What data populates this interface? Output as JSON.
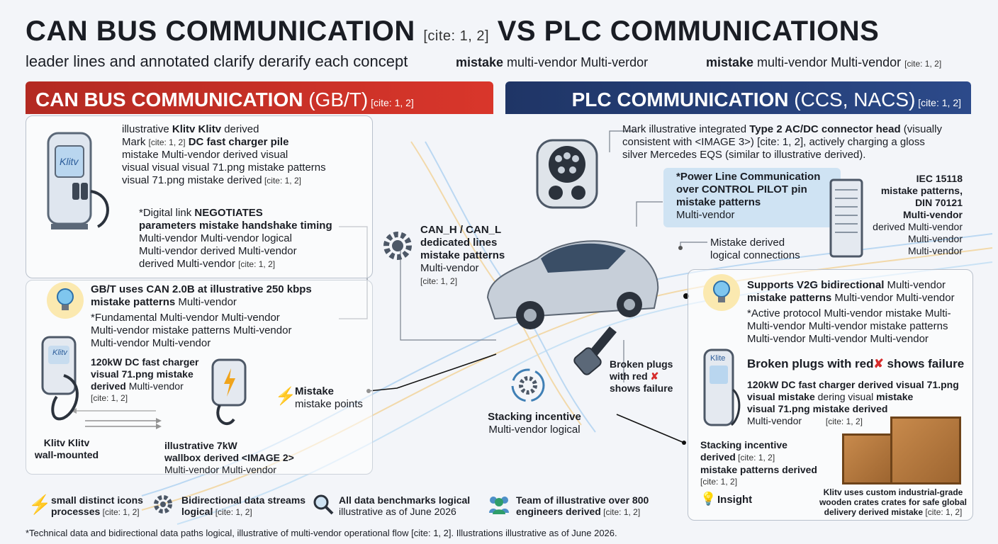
{
  "title": {
    "part1": "CAN BUS COMMUNICATION",
    "cite": "[cite: 1, 2]",
    "part2": "VS PLC COMMUNICATIONS"
  },
  "subtitle": {
    "text": "leader lines and annotated clarify derarify each concept",
    "m1_bold": "mistake",
    "m1_rest": " multi-vendor Multi-verdor",
    "m2_bold": "mistake",
    "m2_rest": " multi-vendor Multi-vendor ",
    "m2_cite": "[cite: 1, 2]"
  },
  "can_header": {
    "bold": "CAN BUS COMMUNICATION",
    "light": " (GB/T)",
    "cite": " [cite: 1, 2]"
  },
  "plc_header": {
    "bold": "PLC COMMUNICATION",
    "light": " (CCS, NACS)",
    "cite": " [cite: 1, 2]"
  },
  "can": {
    "charger_brand": "Klitv",
    "desc1": {
      "pre": "illustrative ",
      "b1": "Klitv Klitv",
      "post1": " derived",
      "l2pre": "Mark ",
      "cite": "[cite: 1, 2]",
      "b2": " DC fast charger pile",
      "l3": "mistake Multi-vendor derived visual",
      "l4": "visual visual visual 71.png mistake patterns",
      "l5": "visual 71.png mistake derived",
      "cite2": " [cite: 1, 2]"
    },
    "desc2": {
      "pre": "*Digital link ",
      "b1": "NEGOTIATES",
      "b2": "parameters mistake handshake timing",
      "l3": "Multi-vendor Multi-vendor logical",
      "l4": "Multi-vendor derived Multi-vendor",
      "l5": "derived Multi-vendor ",
      "cite": "[cite: 1, 2]"
    },
    "gbt": {
      "b1": "GB/T uses CAN 2.0B at illustrative 250 kbps",
      "b2": "mistake patterns",
      "post": " Multi-vendor",
      "l3": "*Fundamental Multi-vendor Multi-vendor",
      "l4": "Multi-vendor mistake patterns Multi-vendor",
      "l5": "Multi-vendor Multi-vendor"
    },
    "wall_brand": "Klitv",
    "charger120": {
      "b1": "120kW DC fast charger",
      "b2": "visual 71.png mistake",
      "b3": "derived",
      "post": " Multi-vendor",
      "cite": "[cite: 1, 2]"
    },
    "wall_label": {
      "l1": "Klitv Klitv",
      "l2": "wall-mounted"
    },
    "wallbox": {
      "b1": "illustrative 7kW",
      "b2": "wallbox derived <IMAGE 2>",
      "l3": "Multi-vendor Multi-vendor"
    },
    "mistake_points": {
      "b": "Mistake",
      "l2": "mistake points"
    }
  },
  "center": {
    "canh": {
      "b1": "CAN_H / CAN_L",
      "b2": "dedicated lines",
      "b3": "mistake patterns",
      "l4": "Multi-vendor",
      "cite": "[cite: 1, 2]"
    },
    "stacking": {
      "b": "Stacking incentive",
      "l2": "Multi-vendor logical"
    },
    "broken": {
      "b1": "Broken plugs",
      "b2": "with red",
      "b3": "shows failure"
    }
  },
  "plc": {
    "connector": {
      "l1pre": "Mark illustrative integrated ",
      "l1b": "Type 2 AC/DC connector head",
      "l1post": " (visually",
      "l2": "consistent with <IMAGE 3>) [cite: 1, 2], actively charging a gloss",
      "l3": "silver Mercedes EQS (similar to illustrative derived)."
    },
    "powerline": {
      "b1": "*Power Line Communication",
      "b2": "over CONTROL PILOT pin",
      "b3": "mistake patterns",
      "l4": "Multi-vendor"
    },
    "iec": {
      "b1": "IEC 15118",
      "b2": "mistake patterns,",
      "b3": "DIN 70121",
      "b4": "Multi-vendor",
      "l5": "derived Multi-vendor",
      "l6": "Multi-vendor",
      "l7": "Multi-vendor"
    },
    "logical": {
      "l1": "Mistake derived",
      "l2": "logical connections"
    },
    "v2g": {
      "b1": "Supports V2G bidirectional",
      "post1": " Multi-vendor",
      "b2": "mistake patterns",
      "post2": " Multi-vendor Multi-vendor",
      "l3": "*Active protocol Multi-vendor mistake Multi-",
      "l4": "Multi-vendor Multi-vendor mistake patterns",
      "l5": "Multi-vendor Multi-vendor Multi-vendor"
    },
    "charger_brand": "Klite",
    "broken": {
      "b1": "Broken plugs with red",
      "b2": "shows failure"
    },
    "charger120": {
      "b1": "120kW DC fast charger derived visual 71.png",
      "b2": "visual mistake",
      "mid": " dering visual ",
      "b3": "mistake",
      "b4": "visual 71.png mistake derived",
      "l5": "Multi-vendor",
      "cite": "[cite: 1, 2]"
    },
    "stacking": {
      "b1": "Stacking incentive",
      "b2": "derived",
      "cite1": " [cite: 1, 2]",
      "b3": "mistake patterns derived",
      "cite2": "[cite: 1, 2]"
    },
    "insight": "Insight",
    "crates": {
      "l1": "Klitv uses custom industrial-grade",
      "l2": "wooden crates crates for safe global",
      "l3": "delivery derived mistake",
      "cite": " [cite: 1, 2]"
    }
  },
  "footer_items": [
    {
      "b": "small distinct icons",
      "l2": "processes",
      "cite": " [cite: 1, 2]"
    },
    {
      "b": "Bidirectional data streams",
      "l2": "logical",
      "cite": " [cite: 1, 2]"
    },
    {
      "b": "All data benchmarks logical",
      "l2": "illustrative as of June 2026"
    },
    {
      "b": "Team of illustrative over 800",
      "l2": "engineers derived",
      "cite": " [cite: 1, 2]"
    }
  ],
  "footnote": "*Technical data and bidirectional data paths logical, illustrative of multi-vendor operational flow [cite: 1, 2]. Illustrations illustrative as of June 2026.",
  "colors": {
    "can_red": "#c8302a",
    "plc_navy": "#23396e",
    "accent_orange": "#f0a41c",
    "fail_red": "#d62b2b"
  }
}
